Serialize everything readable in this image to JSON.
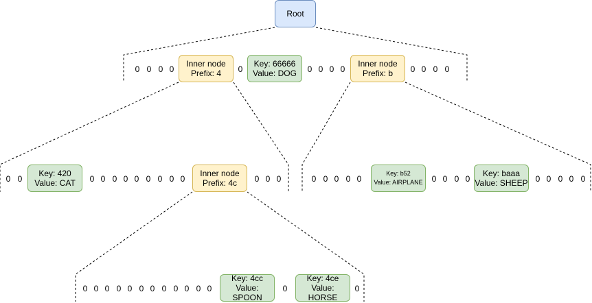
{
  "root": {
    "label": "Root"
  },
  "level1": {
    "zeros_left": [
      "0",
      "0",
      "0",
      "0"
    ],
    "inner_4": {
      "line1": "Inner node",
      "line2": "Prefix: 4"
    },
    "zero_between": "0",
    "dog": {
      "key": "Key: 66666",
      "value": "Value: DOG"
    },
    "zeros_mid": [
      "0",
      "0",
      "0",
      "0"
    ],
    "inner_b": {
      "line1": "Inner node",
      "line2": "Prefix: b"
    },
    "zeros_right": [
      "0",
      "0",
      "0",
      "0"
    ]
  },
  "level2_left": {
    "zeros_left": [
      "0",
      "0"
    ],
    "cat": {
      "key": "Key: 420",
      "value": "Value: CAT"
    },
    "zeros_mid": [
      "0",
      "0",
      "0",
      "0",
      "0",
      "0",
      "0",
      "0",
      "0"
    ],
    "inner_4c": {
      "line1": "Inner node",
      "line2": "Prefix: 4c"
    },
    "zeros_right": [
      "0",
      "0",
      "0"
    ]
  },
  "level2_right": {
    "zeros_left": [
      "0",
      "0",
      "0",
      "0",
      "0"
    ],
    "airplane": {
      "key": "Key: b52",
      "value": "Value: AIRPLANE"
    },
    "zeros_mid": [
      "0",
      "0",
      "0",
      "0"
    ],
    "sheep": {
      "key": "Key: baaa",
      "value": "Value: SHEEP"
    },
    "zeros_right": [
      "0",
      "0",
      "0",
      "0",
      "0"
    ]
  },
  "level3": {
    "zeros_left": [
      "0",
      "0",
      "0",
      "0",
      "0",
      "0",
      "0",
      "0",
      "0",
      "0",
      "0",
      "0",
      "0",
      "0"
    ],
    "spoon": {
      "key": "Key: 4cc",
      "value": "Value: SPOON"
    },
    "zero_between": "0",
    "horse": {
      "key": "Key: 4ce",
      "value": "Value: HORSE"
    },
    "zero_right": "0"
  },
  "colors": {
    "root_fill": "#dae8fc",
    "root_stroke": "#6c8ebf",
    "inner_fill": "#fff2cc",
    "inner_stroke": "#d6b656",
    "leaf_fill": "#d5e8d4",
    "leaf_stroke": "#82b366",
    "edge": "#000000"
  }
}
